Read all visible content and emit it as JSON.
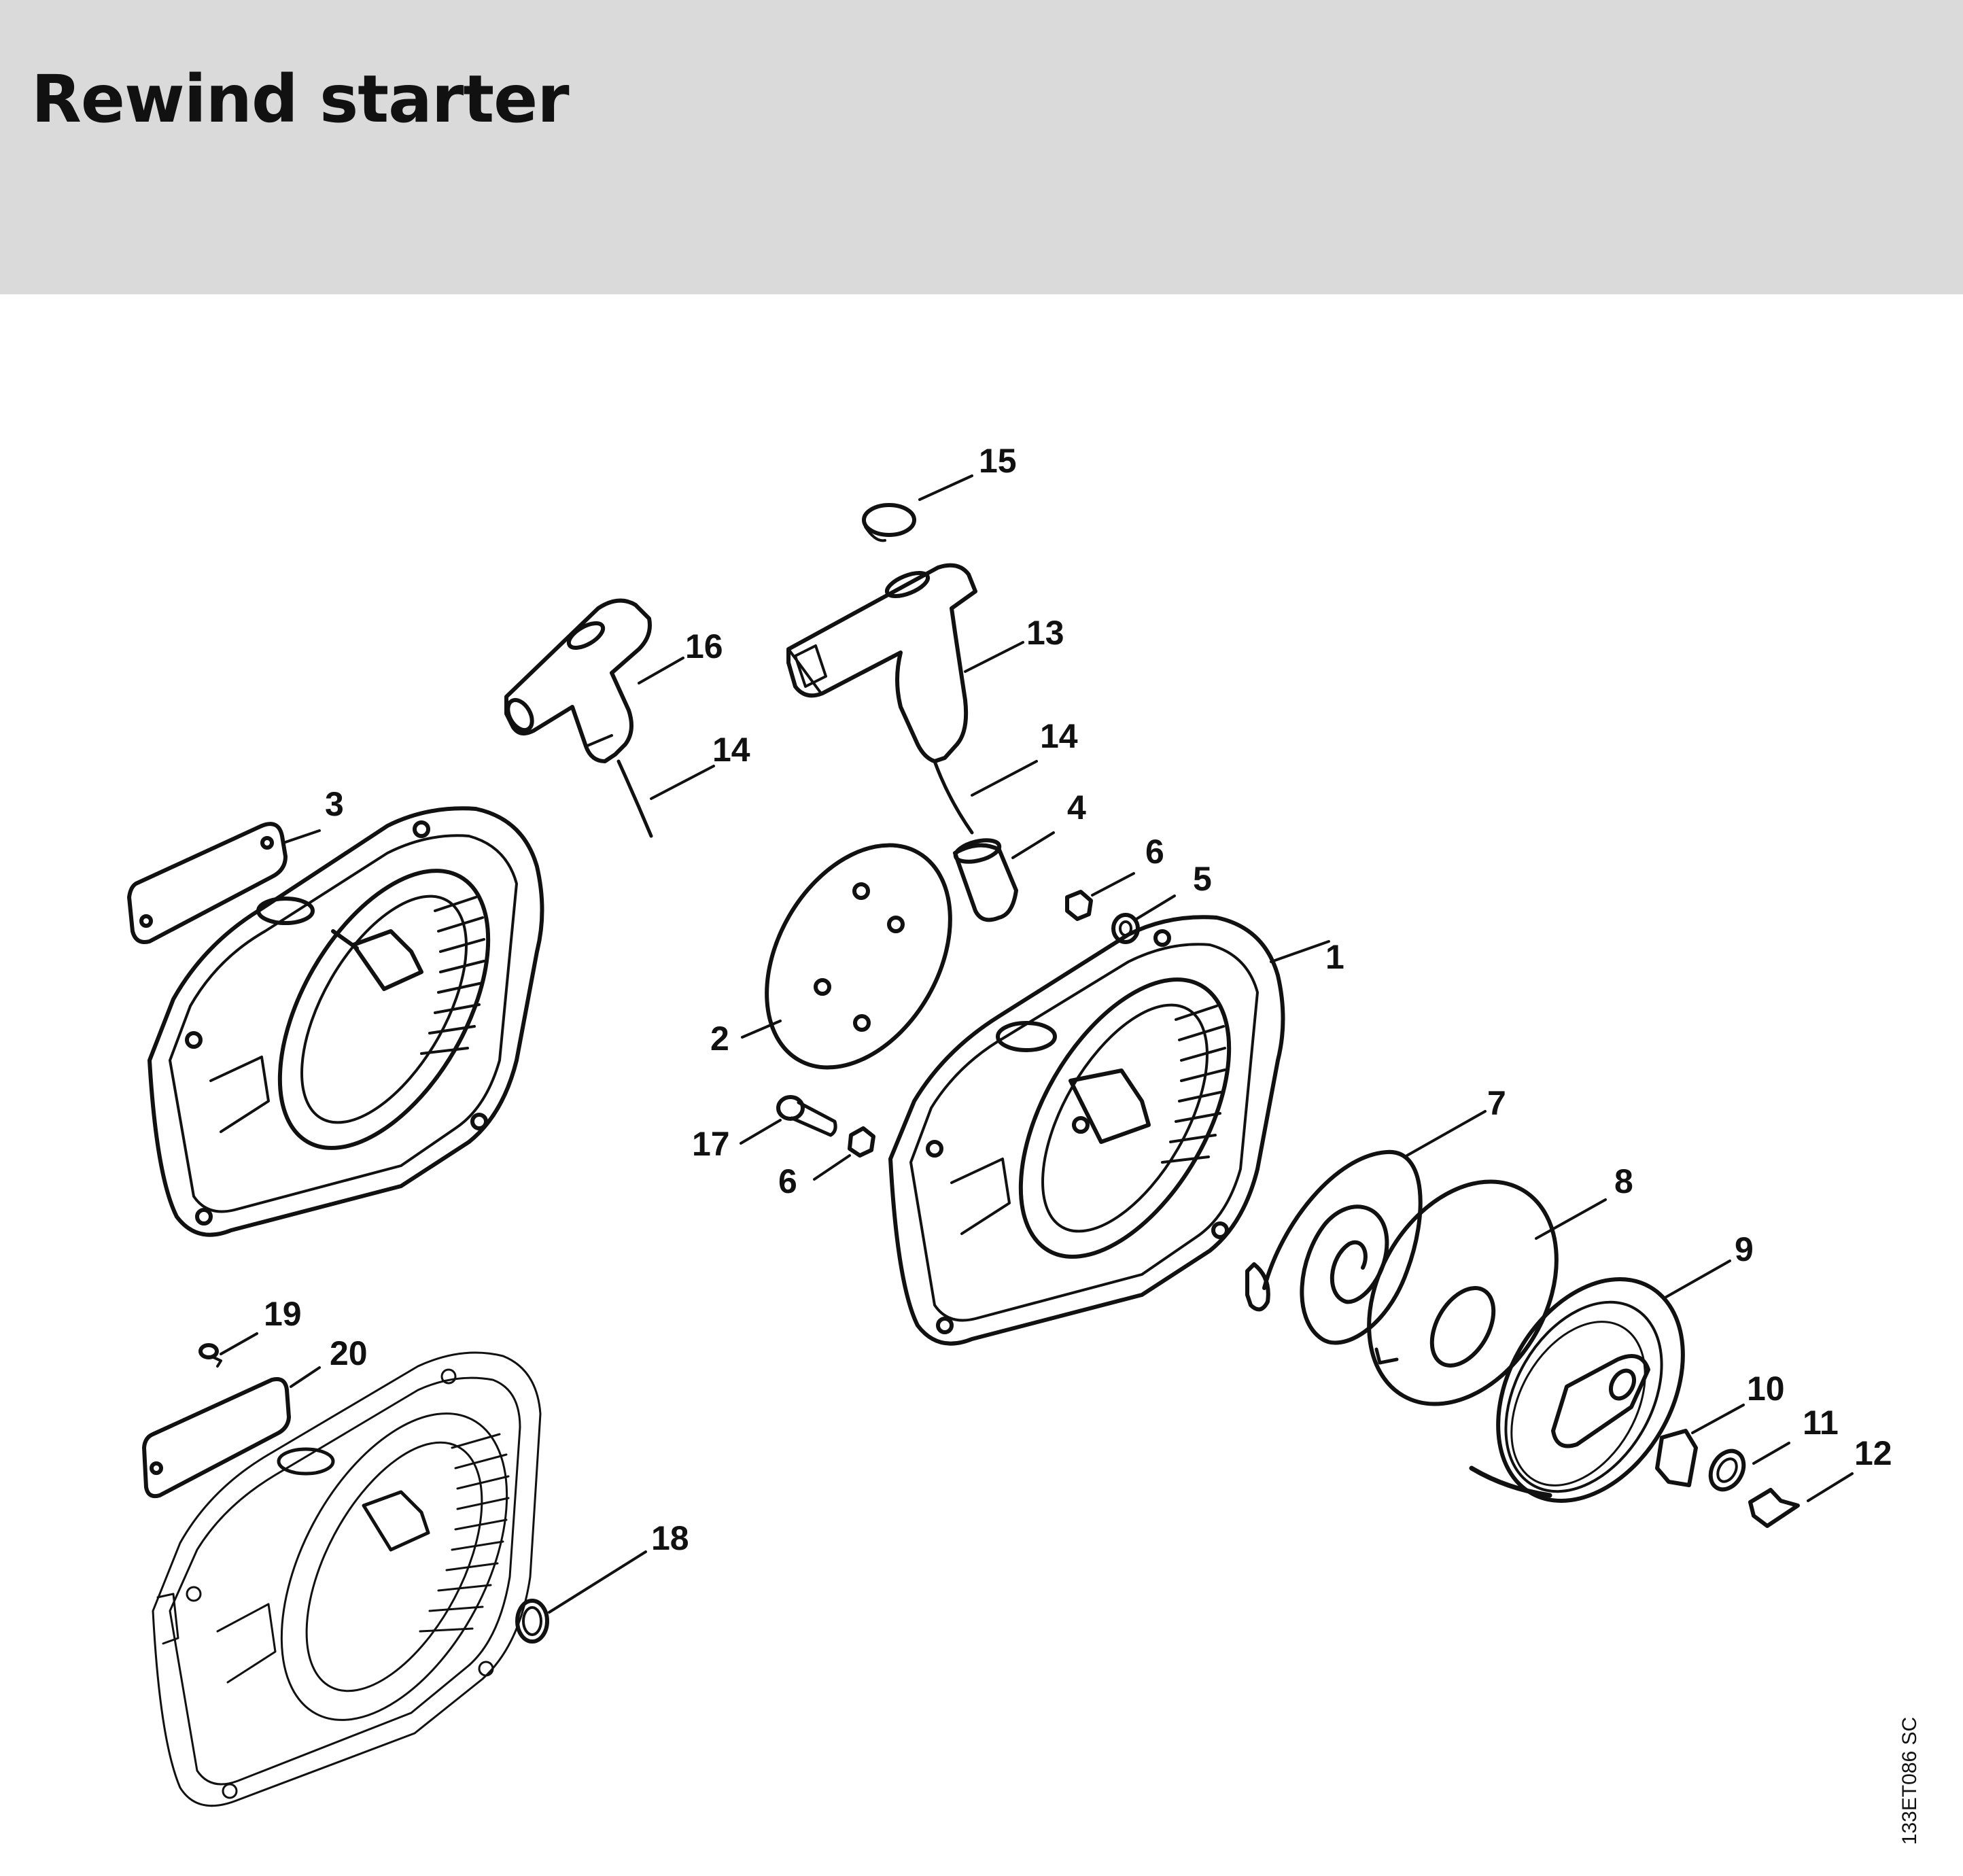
{
  "title": "Rewind starter",
  "drawing_code": "133ET086 SC",
  "callouts": {
    "c1": "1",
    "c2": "2",
    "c3": "3",
    "c4": "4",
    "c5": "5",
    "c6a": "6",
    "c6b": "6",
    "c7": "7",
    "c8": "8",
    "c9": "9",
    "c10": "10",
    "c11": "11",
    "c12": "12",
    "c13": "13",
    "c14a": "14",
    "c14b": "14",
    "c15": "15",
    "c16": "16",
    "c17": "17",
    "c18": "18",
    "c19": "19",
    "c20": "20"
  },
  "colors": {
    "header_bg": "#d9dad9",
    "line": "#111111"
  }
}
